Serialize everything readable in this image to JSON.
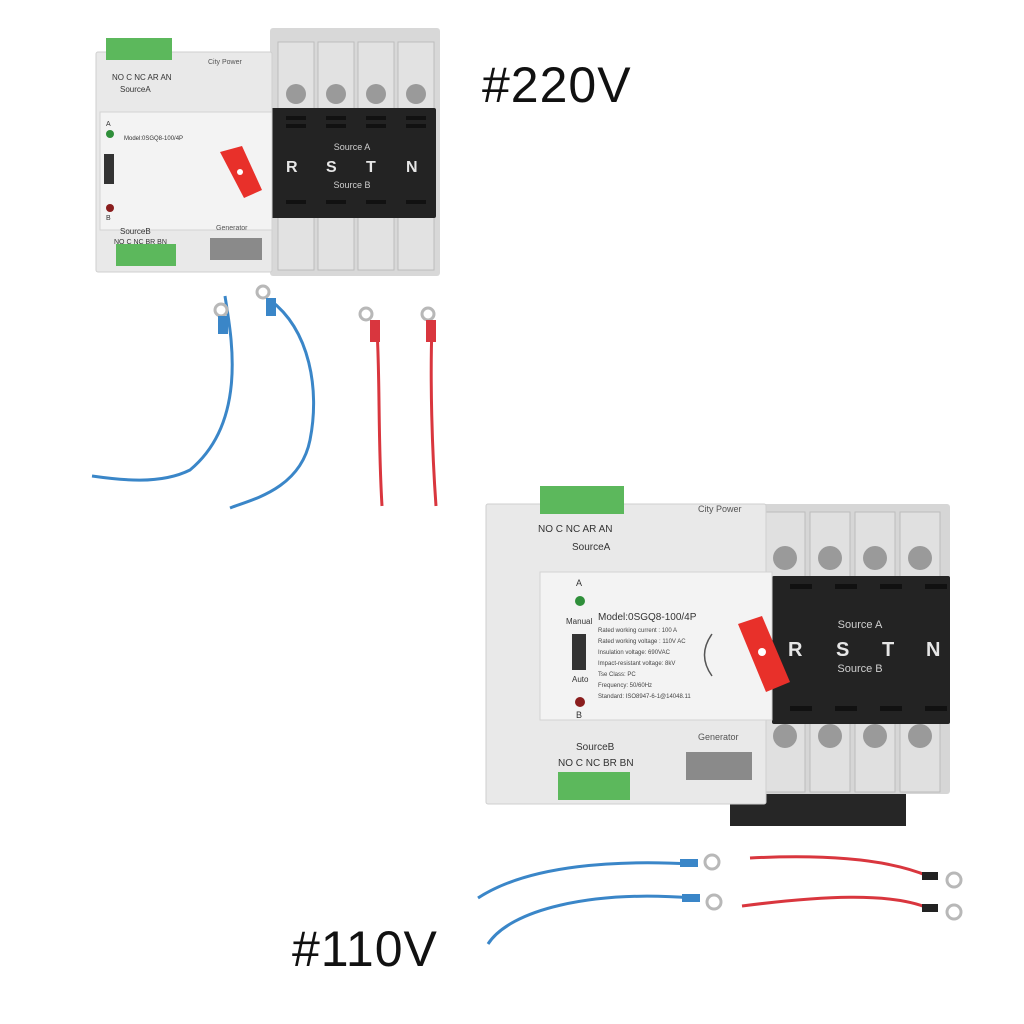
{
  "labels": {
    "top": "#220V",
    "bottom": "#110V"
  },
  "device": {
    "source_a": "SourceA",
    "source_b": "SourceB",
    "terminals_a": "NO C NC AR AN",
    "terminals_b": "NO C NC BR BN",
    "city_power": "City Power",
    "generator": "Generator",
    "model_top": "Model:0SGQ8-100/4P",
    "model_bottom": "Model:0SGQ8-100/4P",
    "cover_source_a": "Source A",
    "cover_source_b": "Source B",
    "phases": [
      "R",
      "S",
      "T",
      "N"
    ],
    "led_a": "A",
    "led_b": "B",
    "manual": "Manual",
    "auto": "Auto",
    "spec_lines": [
      "Rated working current :    100  A",
      "Rated working voltage : 110V AC",
      "Insulation voltage:        690VAC",
      "Impact-resistant voltage:      8kV",
      "Tse Class:                          PC",
      "Frequency:                  50/60Hz",
      "Standard: ISO8947-6-1@14048.11"
    ]
  },
  "colors": {
    "housing": "#e9e9e9",
    "cover": "#232323",
    "handle": "#e8302a",
    "terminal": "#5cb85c",
    "wire_blue": "#3a86c8",
    "wire_red": "#d9363e"
  }
}
